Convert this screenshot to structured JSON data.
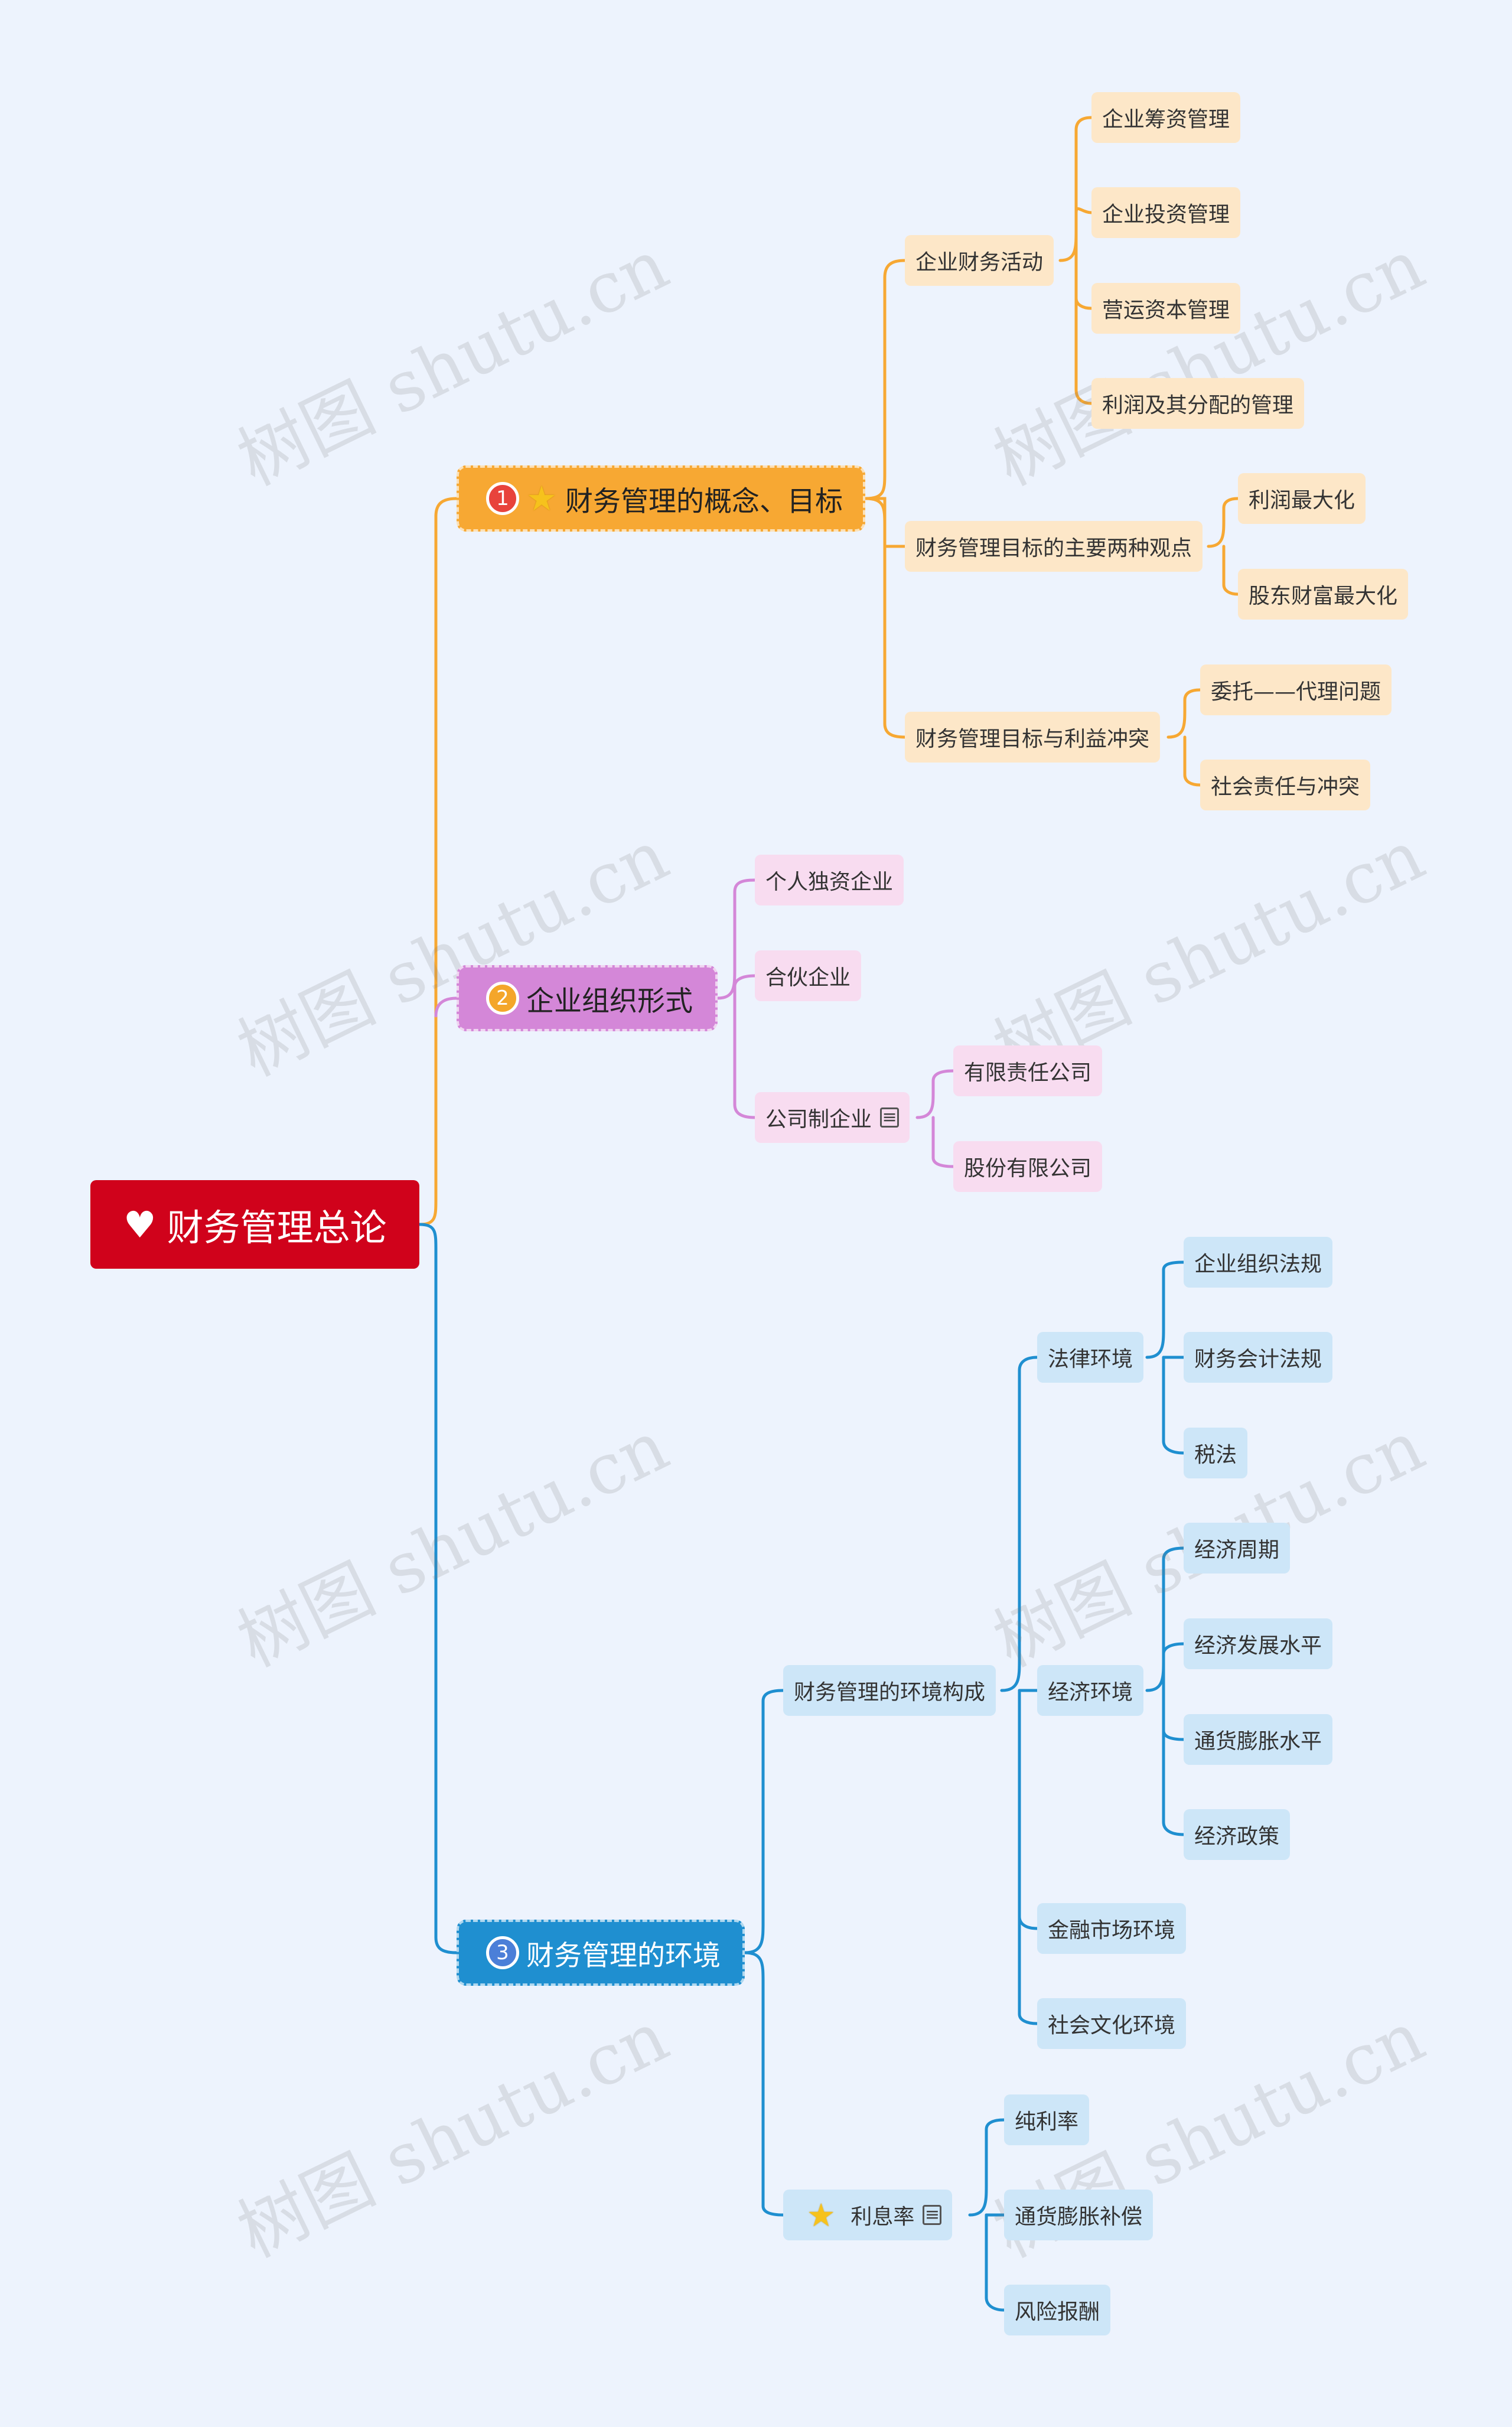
{
  "watermark": "树图 shutu.cn",
  "root": {
    "label": "财务管理总论",
    "icon": "heart-icon"
  },
  "branches": [
    {
      "number": "1",
      "label": "财务管理的概念、目标",
      "color": "#f7a833",
      "children": [
        {
          "label": "企业财务活动",
          "children": [
            "企业筹资管理",
            "企业投资管理",
            "营运资本管理",
            "利润及其分配的管理"
          ]
        },
        {
          "label": "财务管理目标的主要两种观点",
          "children": [
            "利润最大化",
            "股东财富最大化"
          ]
        },
        {
          "label": "财务管理目标与利益冲突",
          "children": [
            "委托——代理问题",
            "社会责任与冲突"
          ]
        }
      ]
    },
    {
      "number": "2",
      "label": "企业组织形式",
      "color": "#d487d8",
      "children": [
        {
          "label": "个人独资企业"
        },
        {
          "label": "合伙企业"
        },
        {
          "label": "公司制企业",
          "children": [
            "有限责任公司",
            "股份有限公司"
          ]
        }
      ]
    },
    {
      "number": "3",
      "label": "财务管理的环境",
      "color": "#1f8fd0",
      "children": [
        {
          "label": "财务管理的环境构成",
          "children": [
            {
              "label": "法律环境",
              "children": [
                "企业组织法规",
                "财务会计法规",
                "税法"
              ]
            },
            {
              "label": "经济环境",
              "children": [
                "经济周期",
                "经济发展水平",
                "通货膨胀水平",
                "经济政策"
              ]
            },
            {
              "label": "金融市场环境"
            },
            {
              "label": "社会文化环境"
            }
          ]
        },
        {
          "label": "利息率",
          "children": [
            "纯利率",
            "通货膨胀补偿",
            "风险报酬"
          ]
        }
      ]
    }
  ]
}
